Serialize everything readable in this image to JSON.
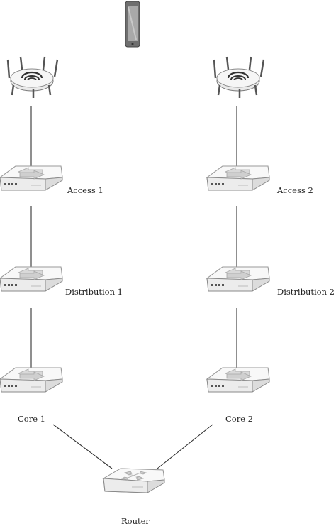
{
  "nodes": {
    "mobile_device": {
      "type": "smartphone",
      "icon": "smartphone-icon"
    },
    "ap_left": {
      "type": "wireless-access-point",
      "icon": "wireless-access-point-icon"
    },
    "ap_right": {
      "type": "wireless-access-point",
      "icon": "wireless-access-point-icon"
    },
    "access1": {
      "label": "Access 1",
      "type": "switch",
      "icon": "switch-icon"
    },
    "access2": {
      "label": "Access 2",
      "type": "switch",
      "icon": "switch-icon"
    },
    "distribution1": {
      "label": "Distribution 1",
      "type": "switch",
      "icon": "switch-icon"
    },
    "distribution2": {
      "label": "Distribution 2",
      "type": "switch",
      "icon": "switch-icon"
    },
    "core1": {
      "label": "Core 1",
      "type": "switch",
      "icon": "switch-icon"
    },
    "core2": {
      "label": "Core 2",
      "type": "switch",
      "icon": "switch-icon"
    },
    "router": {
      "label": "Router",
      "type": "router",
      "icon": "router-icon"
    }
  },
  "links": [
    [
      "ap_left",
      "access1"
    ],
    [
      "access1",
      "distribution1"
    ],
    [
      "distribution1",
      "core1"
    ],
    [
      "core1",
      "router"
    ],
    [
      "ap_right",
      "access2"
    ],
    [
      "access2",
      "distribution2"
    ],
    [
      "distribution2",
      "core2"
    ],
    [
      "core2",
      "router"
    ]
  ],
  "colors": {
    "line": "#333333",
    "device_body": "#f2f2f2",
    "device_edge": "#8a8a8a"
  }
}
